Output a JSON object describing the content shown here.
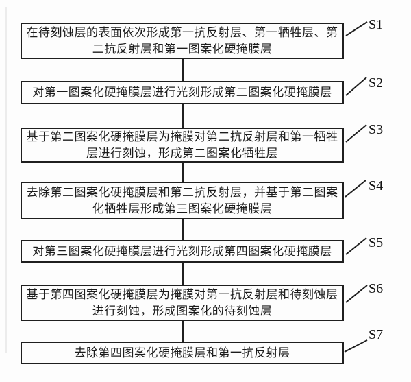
{
  "figure": {
    "type": "flowchart",
    "colors": {
      "ink": "#1f1f1f",
      "text": "#1c1c1c",
      "background": "#fdfdfd"
    },
    "steps": [
      {
        "label": "S1",
        "lines": [
          "在待刻蚀层的表面依次形成第一抗反射层、第一牺牲层、第",
          "二抗反射层和第一图案化硬掩膜层"
        ]
      },
      {
        "label": "S2",
        "lines": [
          "对第一图案化硬掩膜层进行光刻形成第二图案化硬掩膜层"
        ]
      },
      {
        "label": "S3",
        "lines": [
          "基于第二图案化硬掩膜层为掩膜对第二抗反射层和第一牺牲",
          "层进行刻蚀，形成第二图案化牺牲层"
        ]
      },
      {
        "label": "S4",
        "lines": [
          "去除第二图案化硬掩膜层和第二抗反射层，并基于第二图案",
          "化牺牲层形成第三图案化硬掩膜层"
        ]
      },
      {
        "label": "S5",
        "lines": [
          "对第三图案化硬掩膜层进行光刻形成第四图案化硬掩膜层"
        ]
      },
      {
        "label": "S6",
        "lines": [
          "基于第四图案化硬掩膜层为掩膜对第一抗反射层和待刻蚀层",
          "进行刻蚀，形成图案化的待刻蚀层"
        ]
      },
      {
        "label": "S7",
        "lines": [
          "去除第四图案化硬掩膜层和第一抗反射层"
        ]
      }
    ]
  }
}
